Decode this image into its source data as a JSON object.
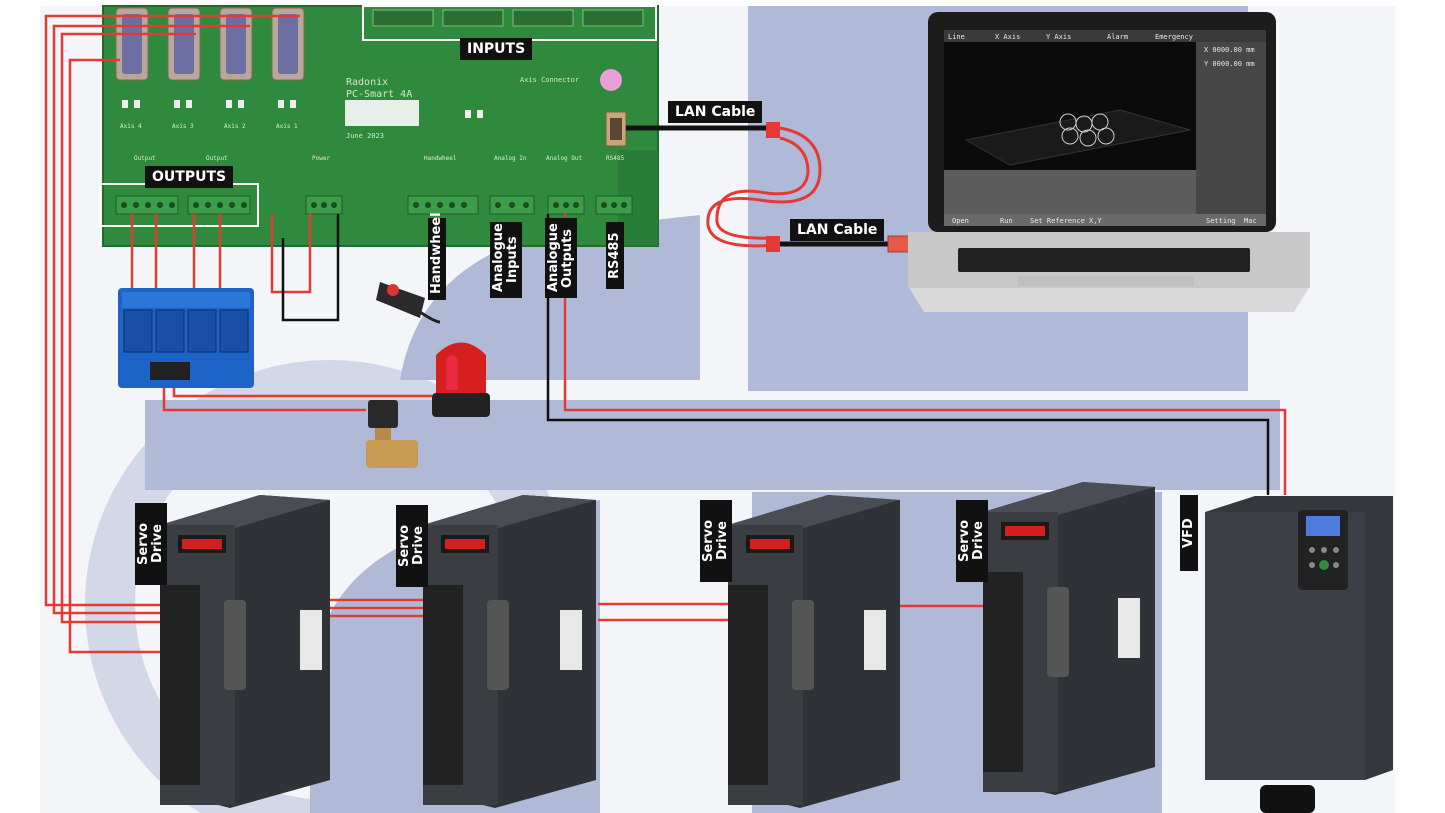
{
  "labels": {
    "inputs": "INPUTS",
    "outputs": "OUTPUTS",
    "lan_cable_top": "LAN Cable",
    "lan_cable_bottom": "LAN Cable",
    "handwheel": "Handwheel",
    "analogue_inputs": "Analogue\nInputs",
    "analogue_outputs": "Analogue\nOutputs",
    "rs485": "RS485",
    "servo_drive_1": "Servo\nDrive",
    "servo_drive_2": "Servo\nDrive",
    "servo_drive_3": "Servo\nDrive",
    "servo_drive_4": "Servo\nDrive",
    "vfd": "VFD"
  },
  "controller": {
    "brand": "Radonix",
    "model": "PC-Smart 4A",
    "date": "June 2023",
    "axis_connector_title": "Axis Connector",
    "axes": [
      "Axis 4",
      "Axis 3",
      "Axis 2",
      "Axis 1"
    ],
    "headers": [
      "Output",
      "Output",
      "Power",
      "Handwheel",
      "Analog In",
      "Analog Out",
      "RS485"
    ]
  },
  "laptop": {
    "menu": [
      "Line",
      "X Axis",
      "Y Axis",
      "Alarm",
      "Emergency"
    ],
    "x_readout": "X  0000.00 mm",
    "y_readout": "Y  0000.00 mm",
    "buttons": [
      "Open",
      "Run",
      "Set Reference X,Y",
      "Setting",
      "Mac"
    ]
  },
  "colors": {
    "accent_band": "#a9b4d4",
    "pcb_green": "#2f8a3e",
    "wire_red": "#e53935",
    "wire_black": "#111111",
    "drive_body": "#3a3d42"
  }
}
